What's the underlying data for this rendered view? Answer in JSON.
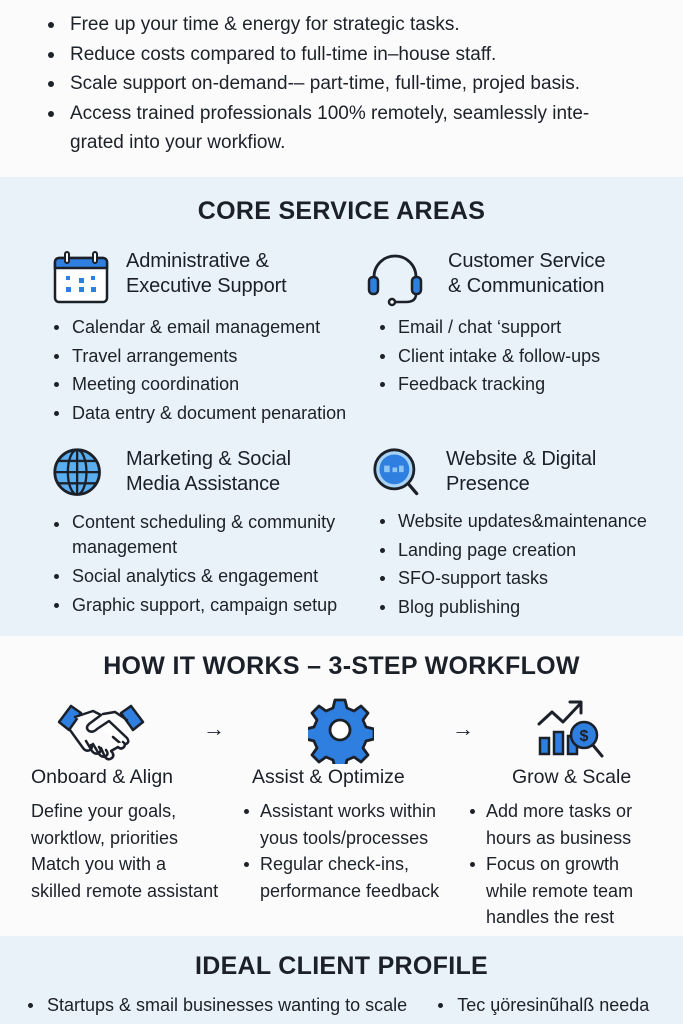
{
  "benefits": {
    "items": [
      "Free up your time & energy for strategic tasks.",
      "Reduce costs compared to full-time in–house staff.",
      "Scale support on-demand-– part-time, full-time, projed basis.",
      "Access trained professionals 100% remotely, seamlessly inte-grated into your workfiow."
    ],
    "item_lines": [
      "Free up your time & energy for strategic tasks.",
      "Reduce costs compared to full-time in–house staff.",
      "Scale support on-demand-– part-time, full-time, projed basis.",
      "Access trained professionals 100% remotely, seamlessly inte-",
      "grated into your workfiow."
    ]
  },
  "core_services": {
    "title": "CORE SERVICE AREAS",
    "services": [
      {
        "icon": "calendar-icon",
        "title_line1": "Administrative &",
        "title_line2": "Executive Support",
        "items": [
          "Calendar & email management",
          "Travel arrangements",
          "Meeting coordination",
          "Data entry & document penaration"
        ]
      },
      {
        "icon": "headset-icon",
        "title_line1": "Customer Service",
        "title_line2": "& Communication",
        "items": [
          "Email / chat ‘support",
          "Client intake & follow-ups",
          "Feedback tracking"
        ]
      },
      {
        "icon": "globe-icon",
        "title_line1": "Marketing & Social",
        "title_line2": "Media Assistance",
        "items": [
          "Content scheduling & community management",
          "Social analytics & engagement",
          "Graphic support, campaign setup"
        ]
      },
      {
        "icon": "magnifier-icon",
        "title_line1": "Website & Digital",
        "title_line2": "Presence",
        "items": [
          "Website updates&maintenance",
          "Landing page creation",
          "SFO-support tasks",
          "Blog publishing"
        ]
      }
    ]
  },
  "workflow": {
    "title": "HOW IT WORKS – 3-STEP WORKFLOW",
    "arrow": "→",
    "steps": [
      {
        "icon": "handshake-icon",
        "title": "Onboard & Align",
        "lines": [
          "Define your goals,",
          "worktlow, priorities",
          "Match you with a",
          "skilled remote assistant"
        ]
      },
      {
        "icon": "gear-icon",
        "title": "Assist & Optimize",
        "items": [
          {
            "line1": "Assistant works within",
            "line2": "yous tools/processes"
          },
          {
            "line1": "Regular check-ins,",
            "line2": "performance feedback"
          }
        ]
      },
      {
        "icon": "growth-chart-icon",
        "title": "Grow & Scale",
        "items": [
          {
            "line1": "Add more tasks or",
            "line2": "hours as business"
          },
          {
            "line1": "Focus on growth",
            "line2": "while remote team",
            "line3": "handles the rest"
          }
        ]
      }
    ]
  },
  "ideal_client": {
    "title": "IDEAL CLIENT PROFILE",
    "items": [
      "Startups & smail businesses wanting to scale",
      "Tec u̧öresinũhalß needa"
    ]
  },
  "colors": {
    "accent_blue": "#2f7fe0",
    "light_blue": "#5aaef0",
    "section_bg": "#e9f2f9",
    "text": "#1b1f27"
  }
}
